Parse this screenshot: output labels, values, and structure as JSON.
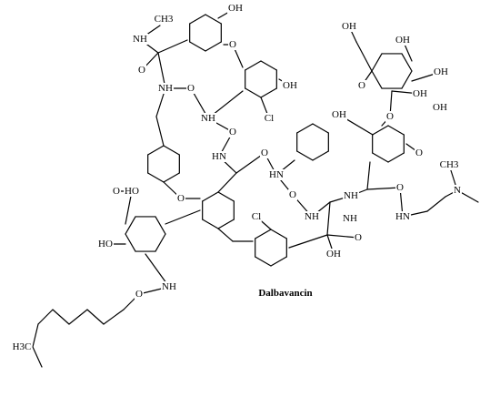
{
  "title": "Dalbavancin",
  "labels": {
    "l0": "CH3",
    "l1": "NH",
    "l2": "OH",
    "l3": "O",
    "l4": "OH",
    "l5": "OH",
    "l6": "O",
    "l7": "OH",
    "l8": "NH",
    "l9": "O",
    "l10": "O",
    "l11": "O",
    "l12": "NH",
    "l13": "Cl",
    "l14": "OH",
    "l15": "OH",
    "l16": "OH",
    "l17": "O",
    "l18": "HN",
    "l19": "O",
    "l20": "HN",
    "l21": "O",
    "l22": "N",
    "l23": "CH3",
    "l24": "OH",
    "l25": "O",
    "l26": "O",
    "l27": "O",
    "l28": "O",
    "l29": "HO",
    "l30": "Cl",
    "l31": "NH",
    "l32": "NH",
    "l33": "O",
    "l34": "NH",
    "l35": "HN",
    "l36": "HO",
    "l37": "OH",
    "l38": "NH",
    "l39": "O",
    "l40": "H3C"
  }
}
